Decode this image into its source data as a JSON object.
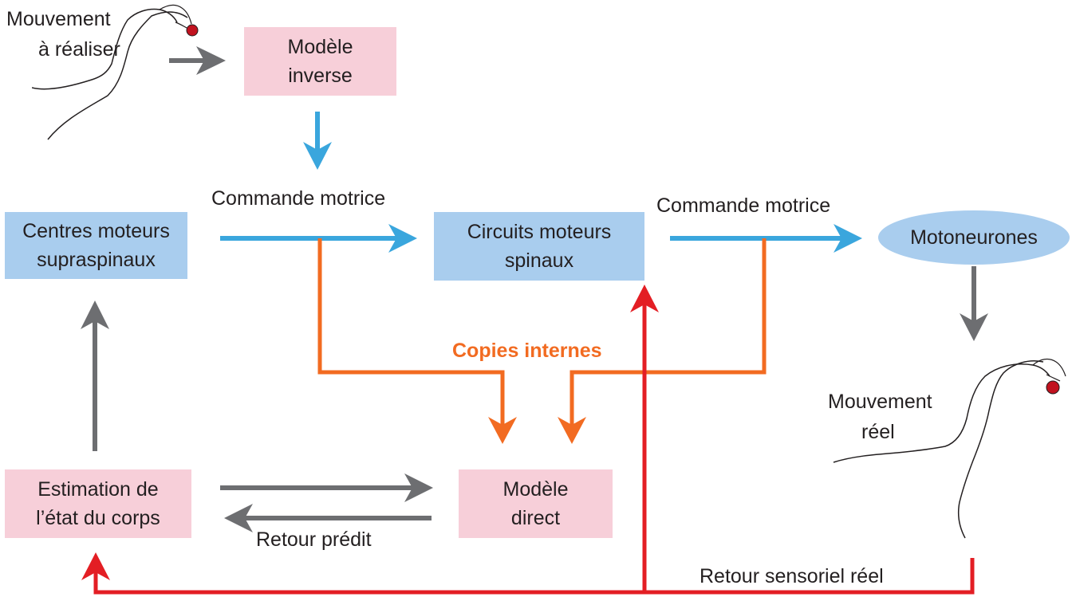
{
  "colors": {
    "pink_box": "#f7cfd9",
    "blue_box": "#a9cdee",
    "blue_arrow": "#3aa6dd",
    "gray_arrow": "#6d6e71",
    "orange_arrow": "#f26b21",
    "red_arrow": "#e31e24",
    "ball": "#c1121f"
  },
  "labels": {
    "desired_line1": "Mouvement",
    "desired_line2": "à réaliser",
    "command_1": "Commande motrice",
    "command_2": "Commande motrice",
    "copies": "Copies internes",
    "actual_line1": "Mouvement",
    "actual_line2": "réel",
    "predicted_feedback": "Retour prédit",
    "sensory_feedback": "Retour sensoriel réel"
  },
  "nodes": {
    "inverse_model": {
      "line1": "Modèle",
      "line2": "inverse"
    },
    "supraspinal": {
      "line1": "Centres moteurs",
      "line2": "supraspinaux"
    },
    "spinal": {
      "line1": "Circuits moteurs",
      "line2": "spinaux"
    },
    "motoneurons": {
      "label": "Motoneurones"
    },
    "state_estimation": {
      "line1": "Estimation de",
      "line2": "l’état du corps"
    },
    "forward_model": {
      "line1": "Modèle",
      "line2": "direct"
    }
  },
  "icons": {
    "arm_desired": "arm-holding-ball-icon",
    "arm_actual": "arm-holding-ball-icon"
  }
}
